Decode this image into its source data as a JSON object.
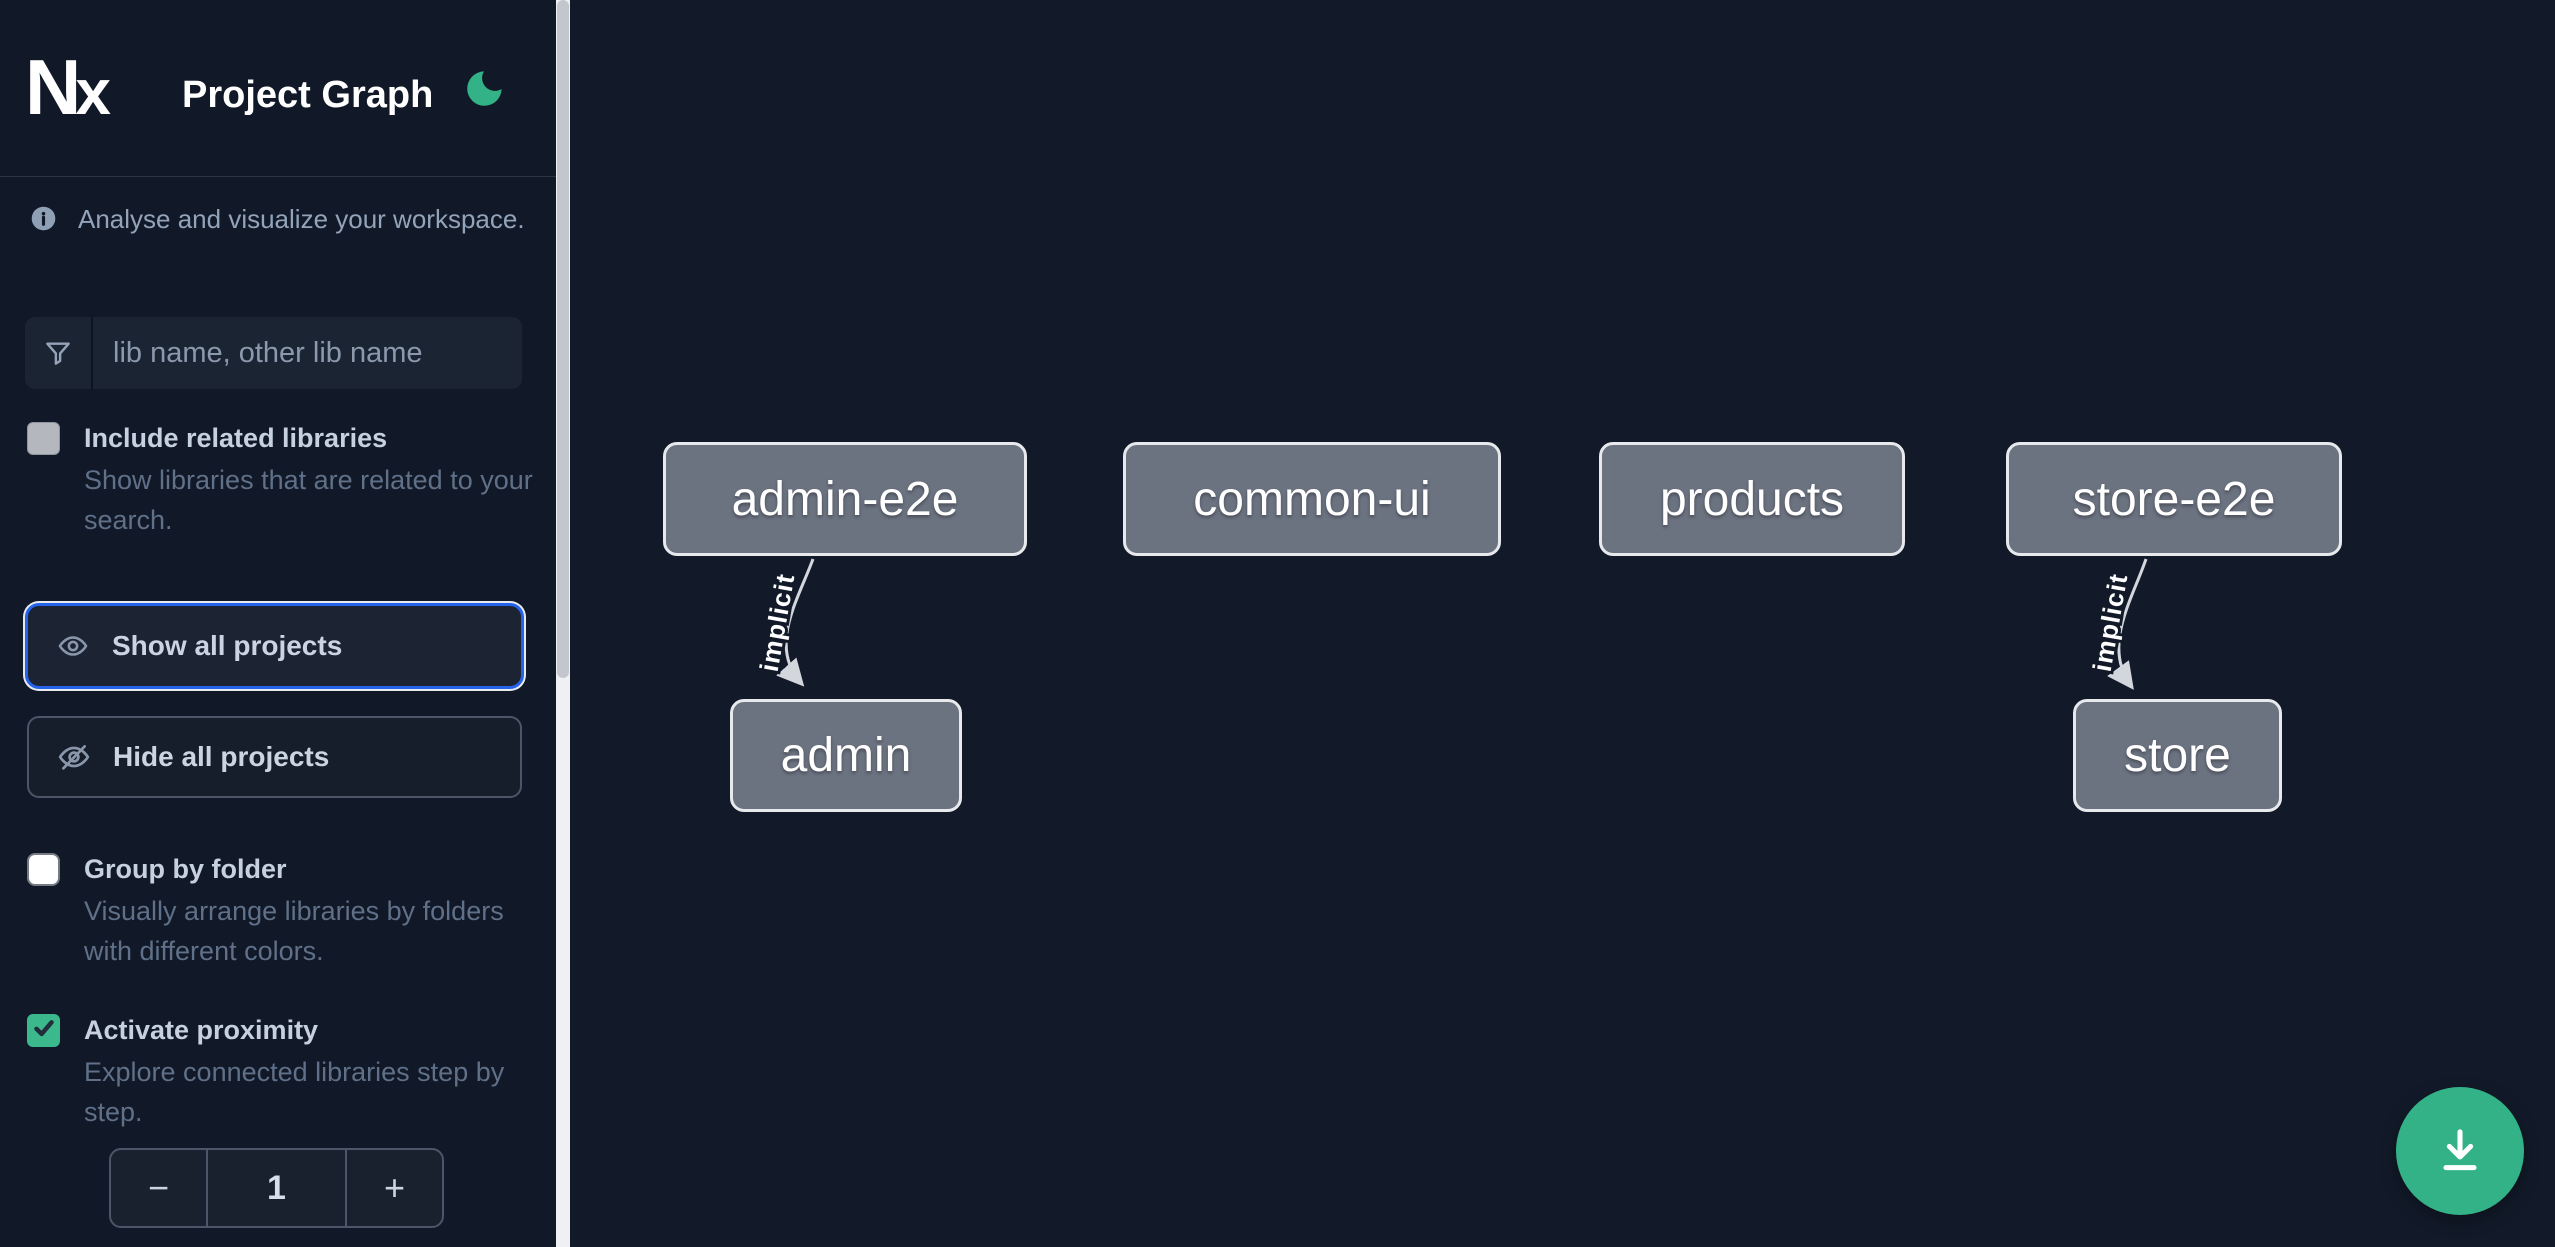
{
  "header": {
    "title": "Project Graph",
    "logo_text_n": "N",
    "logo_text_x": "x"
  },
  "sidebar": {
    "info": {
      "text": "Analyse and visualize your workspace."
    },
    "search": {
      "placeholder": "lib name, other lib name",
      "value": ""
    },
    "toggles": [
      {
        "label": "Include related libraries",
        "description": "Show libraries that are related to your search.",
        "checked": false
      },
      {
        "label": "Group by folder",
        "description": "Visually arrange libraries by folders with different colors.",
        "checked": false
      },
      {
        "label": "Activate proximity",
        "description": "Explore connected libraries step by step.",
        "checked": true
      }
    ],
    "actions": [
      {
        "label": "Show all projects",
        "icon": "eye-icon",
        "focused": true
      },
      {
        "label": "Hide all projects",
        "icon": "eye-off-icon",
        "focused": false
      }
    ],
    "proximity_stepper": {
      "decrement_label": "−",
      "value": "1",
      "increment_label": "+"
    }
  },
  "graph": {
    "nodes": [
      {
        "label": "admin-e2e"
      },
      {
        "label": "common-ui"
      },
      {
        "label": "products"
      },
      {
        "label": "store-e2e"
      },
      {
        "label": "admin"
      },
      {
        "label": "store"
      }
    ],
    "edges": [
      {
        "from": "admin-e2e",
        "to": "admin",
        "label": "implicit"
      },
      {
        "from": "store-e2e",
        "to": "store",
        "label": "implicit"
      }
    ]
  },
  "fab": {
    "icon": "download-icon"
  },
  "colors": {
    "accent_green": "#34b287",
    "focus_ring_blue": "#2563eb",
    "sidebar_bg": "#111827",
    "canvas_bg": "#121a29",
    "node_fill": "#6b7280",
    "node_border": "#e7e9ec"
  }
}
